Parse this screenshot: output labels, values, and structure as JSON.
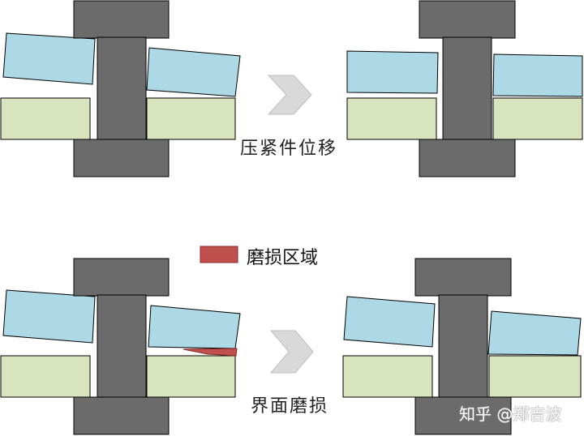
{
  "captions": {
    "top_arrow": "压紧件位移",
    "bottom_arrow": "界面磨损"
  },
  "legend": {
    "label": "磨损区域",
    "swatch_color": "#c0504d"
  },
  "watermark": "知乎 @郑吉波",
  "colors": {
    "bolt": "#6b6b6b",
    "plate": "#add8e6",
    "base": "#d7e4bd",
    "wear": "#c0504d",
    "arrow": "#d9d9d9",
    "stroke": "#000000"
  }
}
